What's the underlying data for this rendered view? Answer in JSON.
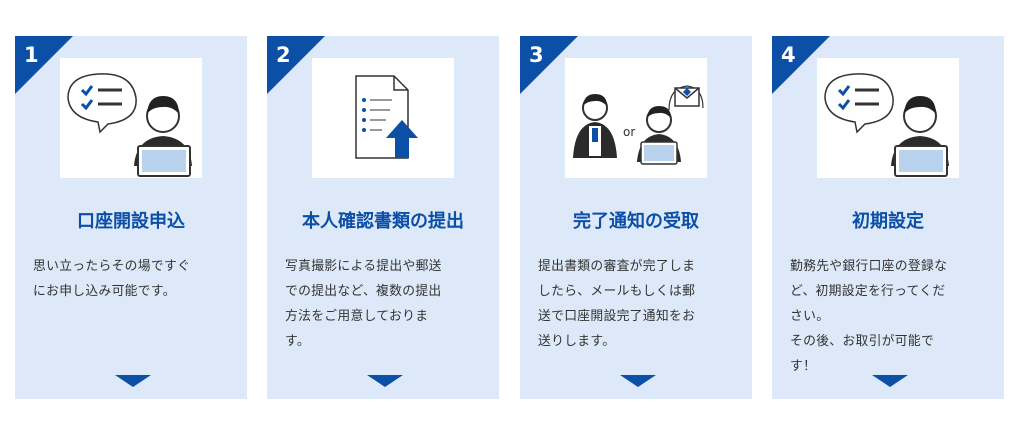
{
  "steps": [
    {
      "number": "1",
      "title": "口座開設申込",
      "description": "思い立ったらその場ですぐ\nにお申し込み可能です。"
    },
    {
      "number": "2",
      "title": "本人確認書類の提出",
      "description": "写真撮影による提出や郵送\nでの提出など、複数の提出\n方法をご用意しておりま\nす。"
    },
    {
      "number": "3",
      "title": "完了通知の受取",
      "description": "提出書類の審査が完了しま\nしたら、メールもしくは郵\n送で口座開設完了通知をお\n送りします。",
      "illustration_text": "or"
    },
    {
      "number": "4",
      "title": "初期設定",
      "description": "勤務先や銀行口座の登録な\nど、初期設定を行ってくだ\nさい。\nその後、お取引が可能で\nす！"
    }
  ],
  "colors": {
    "card_background": "#dde9f8",
    "accent": "#0b4fa6",
    "text": "#333333"
  },
  "icons": [
    "checklist-person-icon",
    "document-upload-icon",
    "person-or-mail-icon",
    "checklist-person-icon"
  ]
}
